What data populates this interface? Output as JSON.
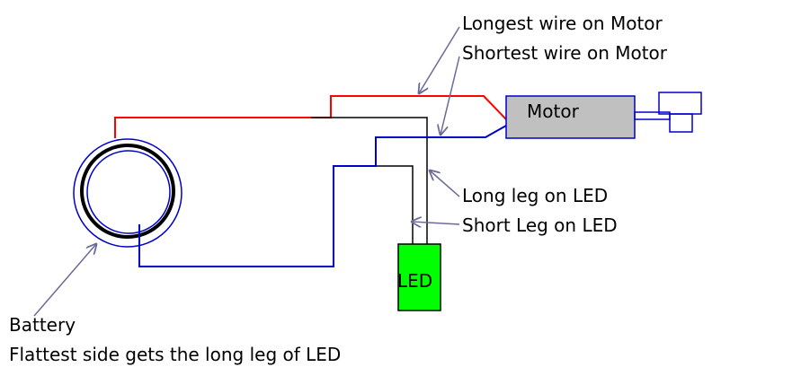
{
  "labels": {
    "longest_wire": "Longest wire on Motor",
    "shortest_wire": "Shortest wire on Motor",
    "long_leg": "Long leg on LED",
    "short_leg": "Short Leg on LED",
    "battery": "Battery",
    "battery_note": "Flattest side gets the long leg of LED"
  },
  "components": {
    "motor": "Motor",
    "led": "LED"
  },
  "colors": {
    "red_wire": "#ff0000",
    "blue_wire": "#0000cc",
    "black_wire": "#000000",
    "motor_fill": "#c0c0c0",
    "led_fill": "#00ff00",
    "arrow": "#6b6b99"
  }
}
